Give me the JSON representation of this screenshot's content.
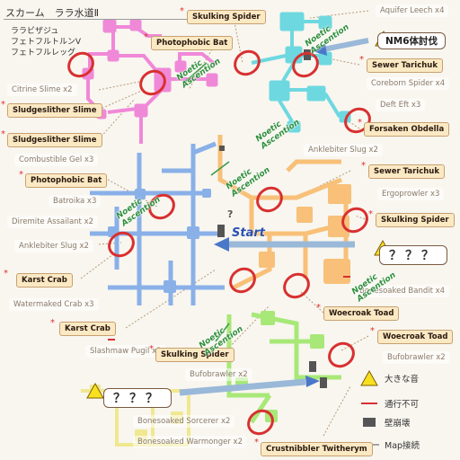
{
  "header": {
    "title": "スカーム　ララ水道Ⅱ",
    "subtitles": [
      "ララビザジュ",
      "フェトフルトルンV",
      "フェトフルレッグ"
    ]
  },
  "labels": {
    "aquifer_leech": "Aquifer Leech x4",
    "skulking_spider_top": "Skulking Spider",
    "photophobic_bat_top": "Photophobic Bat",
    "citrine_slime": "Citrine Slime x2",
    "sludgeslither_1": "Sludgeslither Slime",
    "sludgeslither_2": "Sludgeslither Slime",
    "combustible_gel": "Combustible Gel x3",
    "photophobic_bat_mid": "Photophobic Bat",
    "batroika": "Batroika x3",
    "diremite": "Diremite Assailant x2",
    "anklebiter_left": "Anklebiter Slug x2",
    "karst_crab_1": "Karst Crab",
    "watermaked_crab": "Watermaked Crab x3",
    "karst_crab_2": "Karst Crab",
    "slashmaw": "Slashmaw Pugil x2",
    "skulking_spider_bottom": "Skulking Spider",
    "bufobrawler_bottom": "Bufobrawler x2",
    "bonesoaked_sorcerer": "Bonesoaked Sorcerer x2",
    "bonesoaked_warmonger": "Bonesoaked Warmonger x2",
    "crustnibbler": "Crustnibbler Twitherym",
    "sewer_tarichuk_top": "Sewer Tarichuk",
    "coreborn_spider": "Coreborn Spider x4",
    "deft_eft": "Deft Eft x3",
    "forsaken_obdella": "Forsaken Obdella",
    "anklebiter_right": "Anklebiter Slug x2",
    "sewer_tarichuk_mid": "Sewer Tarichuk",
    "ergoprowler": "Ergoprowler x3",
    "skulking_spider_right": "Skulking Spider",
    "bonesoaked_bandit": "Bonesoaked Bandit x4",
    "woecroak_toad_1": "Woecroak Toad",
    "woecroak_toad_2": "Woecroak Toad",
    "bufobrawler_right": "Bufobrawler x2"
  },
  "map": {
    "nm_box": "NM6体討伐",
    "unknown_right": "？？？",
    "unknown_bottom": "？？？",
    "start": "Start",
    "noetic_line1": "Noetic",
    "noetic_line2": "Ascention",
    "question": "?"
  },
  "legend": {
    "big_sound": "大きな音",
    "no_pass": "通行不可",
    "breakable_wall": "壁崩壊",
    "map_connect": "Map接続"
  },
  "colors": {
    "pink": "#f088d8",
    "cyan": "#6ed8e0",
    "blue": "#8ab0e8",
    "orange": "#f8c078",
    "green": "#a8e878",
    "yellow": "#f8f0a0",
    "red_ring": "#d83030",
    "wall": "#555555"
  }
}
